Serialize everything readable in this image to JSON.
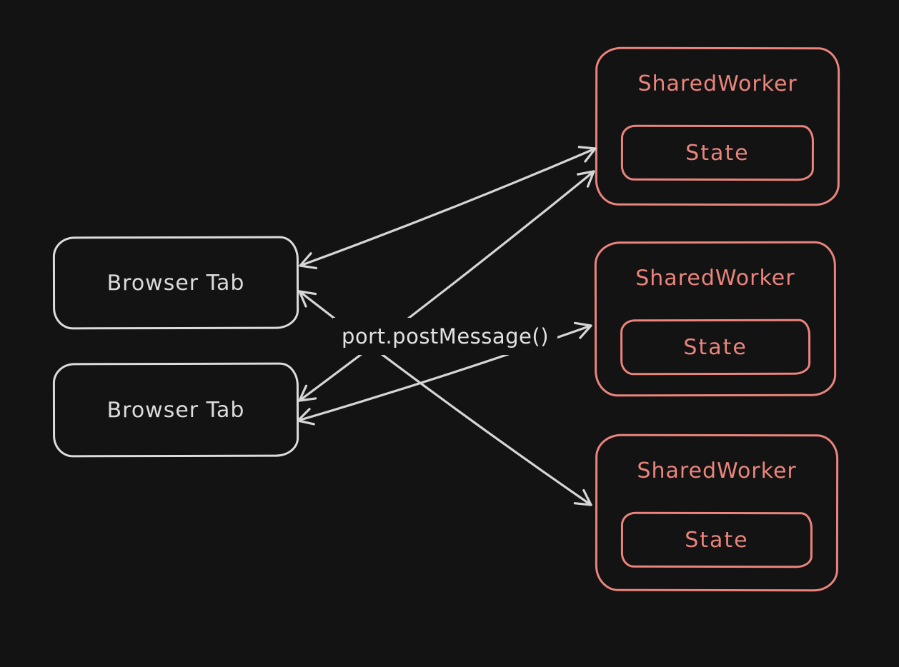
{
  "diagram": {
    "center_label": "port.postMessage()",
    "tabs": [
      {
        "id": "browser-tab-1",
        "label": "Browser Tab"
      },
      {
        "id": "browser-tab-2",
        "label": "Browser Tab"
      }
    ],
    "workers": [
      {
        "id": "shared-worker-1",
        "label": "SharedWorker",
        "state": "State"
      },
      {
        "id": "shared-worker-2",
        "label": "SharedWorker",
        "state": "State"
      },
      {
        "id": "shared-worker-3",
        "label": "SharedWorker",
        "state": "State"
      }
    ],
    "edges": [
      {
        "id": "tab1-worker1",
        "from": "browser-tab-1",
        "to": "shared-worker-1",
        "arrows": "both"
      },
      {
        "id": "tab2-worker1",
        "from": "browser-tab-2",
        "to": "shared-worker-1",
        "arrows": "both"
      },
      {
        "id": "tab1-worker3",
        "from": "browser-tab-1",
        "to": "shared-worker-3",
        "arrows": "both"
      },
      {
        "id": "tab2-worker2",
        "from": "browser-tab-2",
        "to": "shared-worker-2",
        "arrows": "both"
      }
    ],
    "colors": {
      "background": "#131313",
      "tab_stroke": "#dcdcdc",
      "worker_stroke": "#ea847c",
      "arrow": "#d6d6d6",
      "label_text": "#e2e2e2"
    }
  }
}
